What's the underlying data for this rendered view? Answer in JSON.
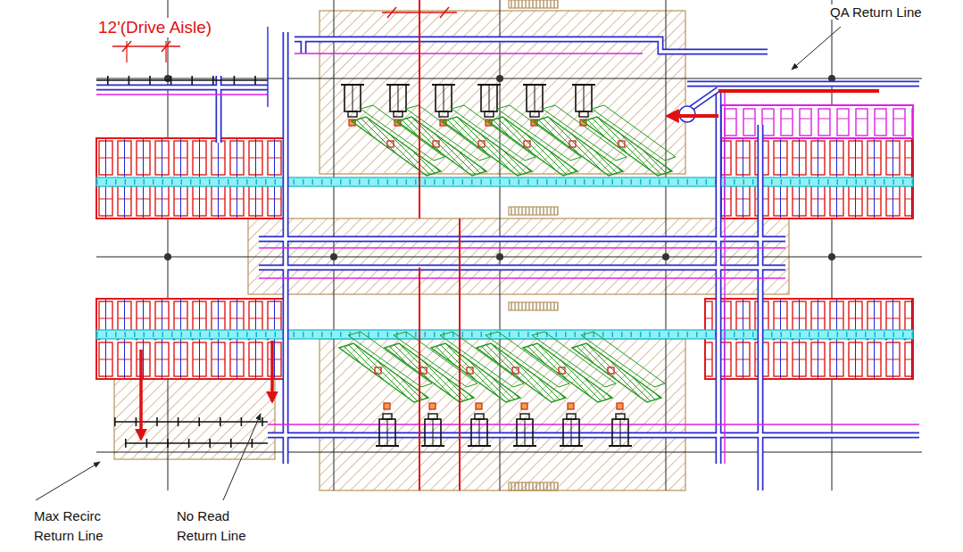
{
  "diagram": {
    "labels": [
      "12'(Drive Aisle)",
      "QA Return Line",
      "Max Recirc Return Line",
      "No Read Return Line"
    ]
  }
}
